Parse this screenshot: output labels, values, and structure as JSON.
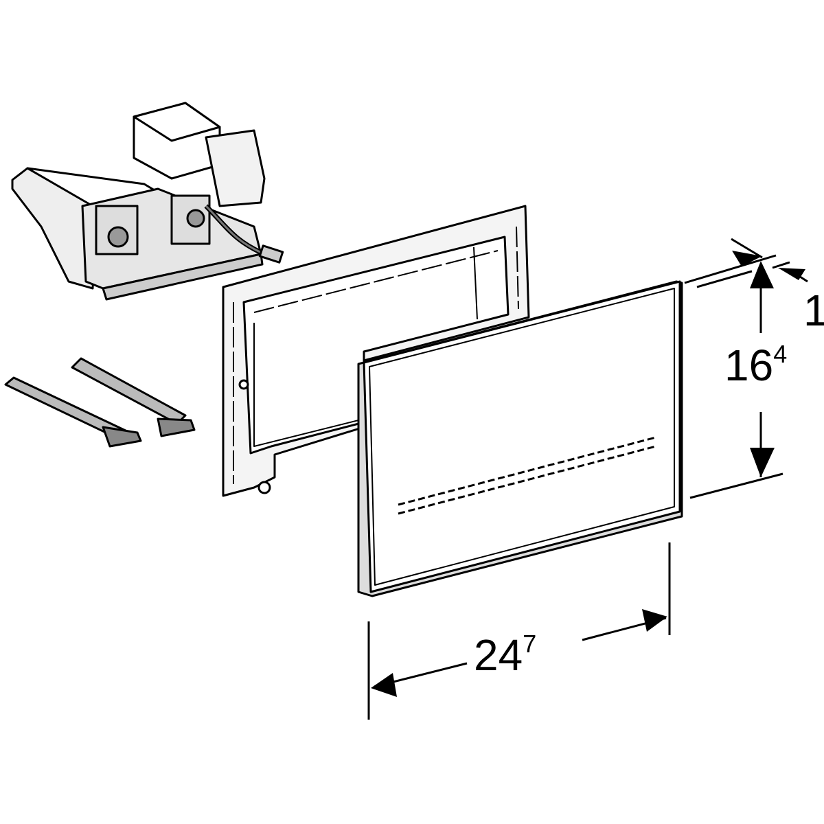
{
  "dimensions": {
    "height": {
      "main": "16",
      "sup": "4"
    },
    "width": {
      "main": "24",
      "sup": "7"
    },
    "depth": "1"
  },
  "colors": {
    "line": "#000000",
    "part_fill": "#ffffff",
    "shade": "#d9d9d9"
  }
}
